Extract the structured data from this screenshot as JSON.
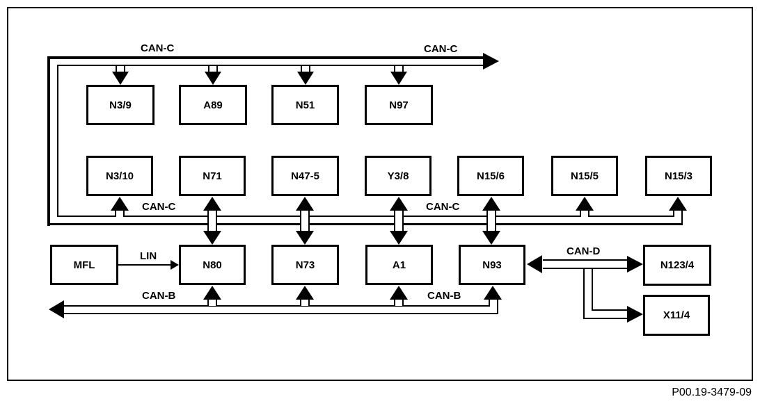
{
  "diagram": {
    "caption": "P00.19-3479-09",
    "bus_labels": {
      "can_c_top_left": "CAN-C",
      "can_c_top_right": "CAN-C",
      "can_c_mid_left": "CAN-C",
      "can_c_mid_right": "CAN-C",
      "lin": "LIN",
      "can_b_left": "CAN-B",
      "can_b_right": "CAN-B",
      "can_d": "CAN-D"
    },
    "nodes": {
      "n3_9": "N3/9",
      "a89": "A89",
      "n51": "N51",
      "n97": "N97",
      "n3_10": "N3/10",
      "n71": "N71",
      "n47_5": "N47-5",
      "y3_8": "Y3/8",
      "n15_6": "N15/6",
      "n15_5": "N15/5",
      "n15_3": "N15/3",
      "mfl": "MFL",
      "n80": "N80",
      "n73": "N73",
      "a1": "A1",
      "n93": "N93",
      "n123_4": "N123/4",
      "x11_4": "X11/4"
    },
    "colors": {
      "line": "#000000",
      "background": "#ffffff"
    }
  }
}
